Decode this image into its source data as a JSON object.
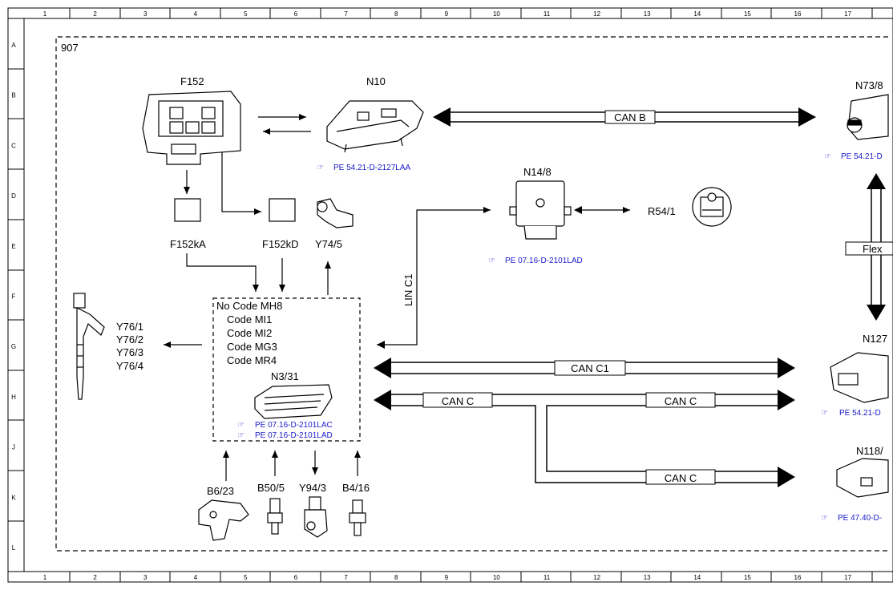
{
  "frame_number": "907",
  "ruler": {
    "columns": [
      "1",
      "2",
      "3",
      "4",
      "5",
      "6",
      "7",
      "8",
      "9",
      "10",
      "11",
      "12",
      "13",
      "14",
      "15",
      "16",
      "17"
    ],
    "rows": [
      "A",
      "B",
      "C",
      "D",
      "E",
      "F",
      "G",
      "H",
      "J",
      "K",
      "L"
    ]
  },
  "components": {
    "f152": "F152",
    "n10": "N10",
    "n73": "N73/8",
    "n14": "N14/8",
    "r54": "R54/1",
    "f152ka": "F152kA",
    "f152kd": "F152kD",
    "y74": "Y74/5",
    "y76_1": "Y76/1",
    "y76_2": "Y76/2",
    "y76_3": "Y76/3",
    "y76_4": "Y76/4",
    "n3_31": "N3/31",
    "n127": "N127",
    "n118": "N118/",
    "b6_23": "B6/23",
    "b50_5": "B50/5",
    "y94_3": "Y94/3",
    "b4_16": "B4/16"
  },
  "ecu_codes": [
    "No Code MH8",
    "Code MI1",
    "Code MI2",
    "Code MG3",
    "Code MR4"
  ],
  "buses": {
    "can_b": "CAN B",
    "can_c1": "CAN C1",
    "can_c_left": "CAN C",
    "can_c_right": "CAN C",
    "can_c_lower": "CAN C",
    "lin_c1": "LIN C1",
    "flex": "Flex"
  },
  "references": {
    "n10": "PE 54.21-D-2127LAA",
    "n73": "PE 54.21-D",
    "n14": "PE 07.16-D-2101LAD",
    "n3_a": "PE 07.16-D-2101LAC",
    "n3_b": "PE 07.16-D-2101LAD",
    "n127": "PE 54.21-D",
    "n118": "PE 47.40-D-"
  }
}
